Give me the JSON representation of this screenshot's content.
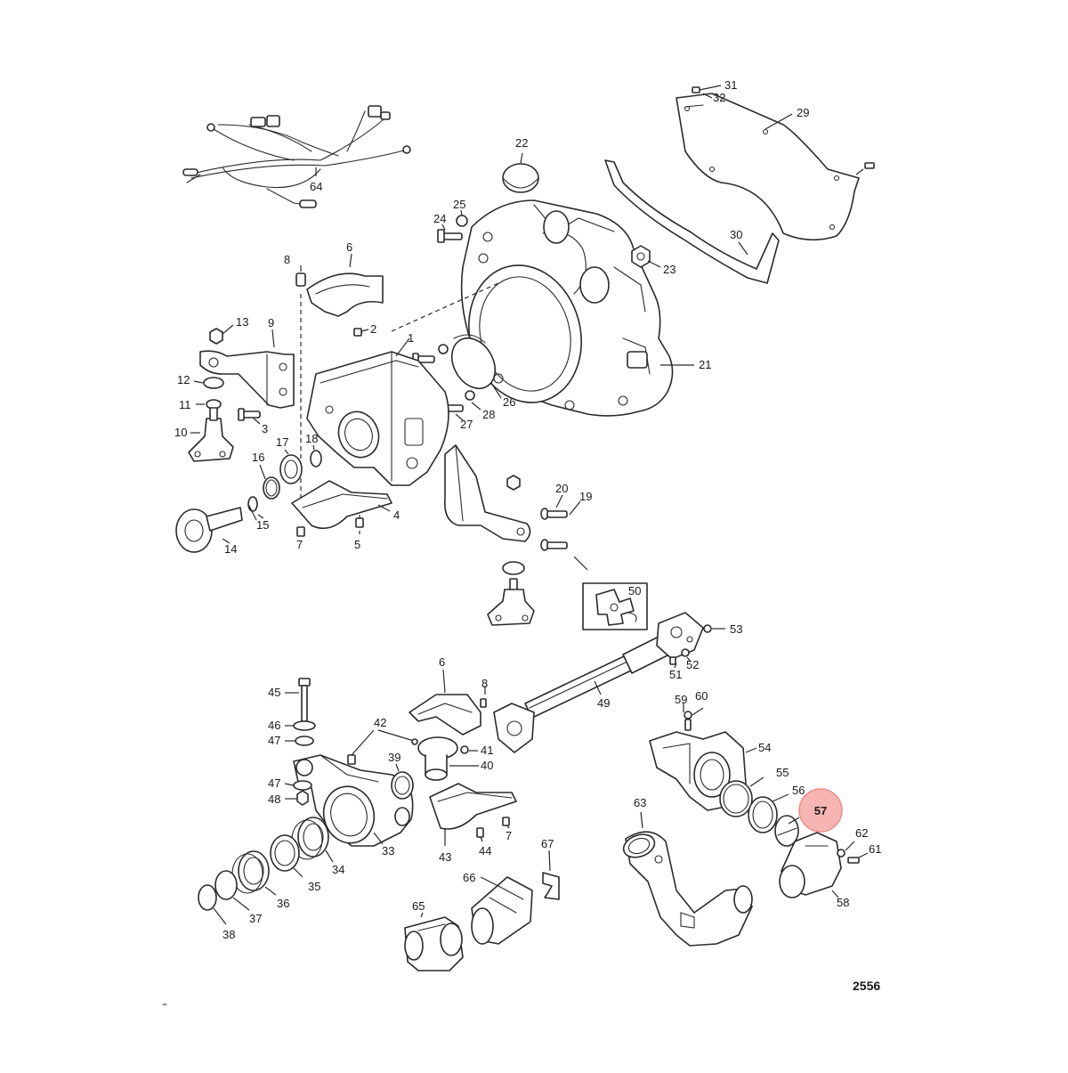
{
  "diagram": {
    "figure_number": "2556",
    "highlighted_callout": "57",
    "highlight_color": "#f6b5b2",
    "callouts": {
      "c1": "1",
      "c2": "2",
      "c3": "3",
      "c4": "4",
      "c5": "5",
      "c6": "6",
      "c7": "7",
      "c8": "8",
      "c9": "9",
      "c10": "10",
      "c11": "11",
      "c12": "12",
      "c13": "13",
      "c14": "14",
      "c15": "15",
      "c16": "16",
      "c17": "17",
      "c18": "18",
      "c19": "19",
      "c20": "20",
      "c21": "21",
      "c22": "22",
      "c23": "23",
      "c24": "24",
      "c25": "25",
      "c26": "26",
      "c27": "27",
      "c28": "28",
      "c29": "29",
      "c30": "30",
      "c31": "31",
      "c32": "32",
      "c33": "33",
      "c34": "34",
      "c35": "35",
      "c36": "36",
      "c37": "37",
      "c38": "38",
      "c39": "39",
      "c40": "40",
      "c41": "41",
      "c42": "42",
      "c43": "43",
      "c44": "44",
      "c45": "45",
      "c46": "46",
      "c47": "47",
      "c48": "48",
      "c49": "49",
      "c50": "50",
      "c51": "51",
      "c52": "52",
      "c53": "53",
      "c54": "54",
      "c55": "55",
      "c56": "56",
      "c57": "57",
      "c58": "58",
      "c59": "59",
      "c60": "60",
      "c61": "61",
      "c62": "62",
      "c63": "63",
      "c64": "64",
      "c65": "65",
      "c66": "66",
      "c67": "67",
      "c6b": "6",
      "c8b": "8",
      "c7b": "7",
      "c47b": "47"
    }
  }
}
